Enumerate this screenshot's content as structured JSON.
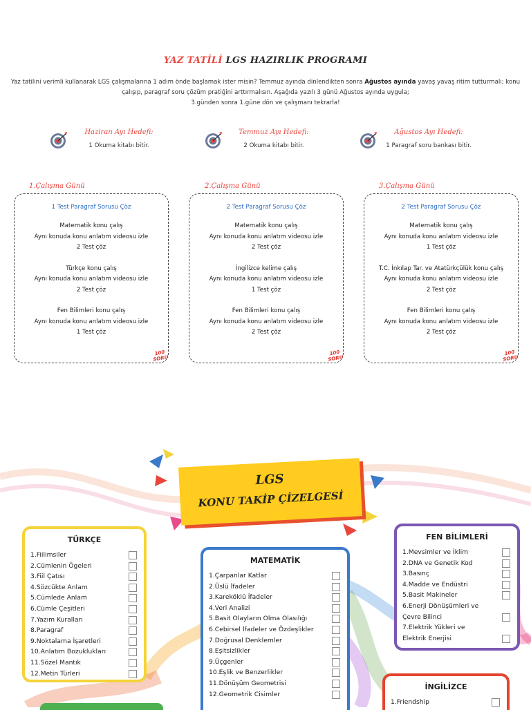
{
  "program": {
    "title_red": "YAZ TATİLİ",
    "title_dark": " LGS HAZIRLIK PROGRAMI",
    "intro_1": "Yaz tatilini verimli kullanarak LGS çalışmalarına 1 adım önde başlamak ister misin? Temmuz ayında dinlendikten sonra ",
    "intro_bold": "Ağustos ayında",
    "intro_2": " yavaş yavaş ritim tutturmalı; konu çalışıp, paragraf soru çözüm pratiğini arttırmalısın. Aşağıda yazılı 3 günü Ağustos ayında uygula;",
    "intro_3": "3.günden sonra 1.güne dön ve çalışmanı tekrarla!"
  },
  "goals": [
    {
      "label": "Haziran Ayı Hedefi:",
      "text": "1 Okuma kitabı bitir."
    },
    {
      "label": "Temmuz Ayı Hedefi:",
      "text": "2 Okuma kitabı bitir."
    },
    {
      "label": "Ağustos Ayı Hedefi:",
      "text": "1 Paragraf soru bankası bitir."
    }
  ],
  "days": [
    {
      "label": "1.Çalışma Günü",
      "head": "1 Test Paragraf Sorusu Çöz",
      "blocks": [
        [
          "Matematik konu çalış",
          "Aynı konuda konu anlatım videosu izle",
          "2 Test çöz"
        ],
        [
          "Türkçe konu çalış",
          "Aynı konuda konu anlatım videosu izle",
          "2 Test çöz"
        ],
        [
          "Fen Bilimleri konu çalış",
          "Aynı konuda konu anlatım videosu izle",
          "1 Test çöz"
        ]
      ]
    },
    {
      "label": "2.Çalışma Günü",
      "head": "2 Test Paragraf Sorusu Çöz",
      "blocks": [
        [
          "Matematik konu çalış",
          "Aynı konuda konu anlatım videosu izle",
          "2 Test çöz"
        ],
        [
          "İngilizce kelime çalış",
          "Aynı konuda konu anlatım videosu izle",
          "1 Test çöz"
        ],
        [
          "Fen Bilimleri konu çalış",
          "Aynı konuda konu anlatım videosu izle",
          "2 Test çöz"
        ]
      ]
    },
    {
      "label": "3.Çalışma Günü",
      "head": "2 Test Paragraf Sorusu Çöz",
      "blocks": [
        [
          "Matematik konu çalış",
          "Aynı konuda konu anlatım videosu izle",
          "1 Test çöz"
        ],
        [
          "T.C. İnkılap Tar. ve Atatürkçülük konu çalış",
          "Aynı konuda konu anlatım videosu izle",
          "2 Test çöz"
        ],
        [
          "Fen Bilimleri konu çalış",
          "Aynı konuda konu anlatım videosu izle",
          "2 Test çöz"
        ]
      ]
    }
  ],
  "stamp": {
    "line1": "100",
    "line2": "SORU"
  },
  "tracker": {
    "title_1": "LGS",
    "title_2": "KONU TAKİP ÇİZELGESİ",
    "turkce": {
      "title": "TÜRKÇE",
      "color": "#f5d33a",
      "items": [
        "1.Fiilimsiler",
        "2.Cümlenin Ögeleri",
        "3.Fiil Çatısı",
        "4.Sözcükte Anlam",
        "5.Cümlede Anlam",
        "6.Cümle Çeşitleri",
        "7.Yazım Kuralları",
        "8.Paragraf",
        "9.Noktalama İşaretleri",
        "10.Anlatım Bozuklukları",
        "11.Sözel Mantık",
        "12.Metin Türleri"
      ]
    },
    "matematik": {
      "title": "MATEMATİK",
      "color": "#3b7ac9",
      "items": [
        "1.Çarpanlar Katlar",
        "2.Üslü İfadeler",
        "3.Kareköklü İfadeler",
        "4.Veri Analizi",
        "5.Basit Olayların Olma Olasılığı",
        "6.Cebirsel İfadeler ve Özdeşlikler",
        "7.Doğrusal Denklemler",
        "8.Eşitsizlikler",
        "9.Üçgenler",
        "10.Eşlik ve Benzerlikler",
        "11.Dönüşüm Geometrisi",
        "12.Geometrik Cisimler"
      ]
    },
    "fen": {
      "title": "FEN BİLİMLERİ",
      "color": "#7b58b3",
      "items": [
        "1.Mevsimler ve İklim",
        "2.DNA ve Genetik Kod",
        "3.Basınç",
        "4.Madde ve Endüstri",
        "5.Basit Makineler",
        "6.Enerji Dönüşümleri ve",
        "Çevre Bilinci",
        "7.Elektrik Yükleri ve",
        "Elektrik Enerjisi"
      ]
    },
    "ingilizce": {
      "title": "İNGİLİZCE",
      "color": "#e4452d",
      "items": [
        "1.Friendship"
      ]
    }
  }
}
